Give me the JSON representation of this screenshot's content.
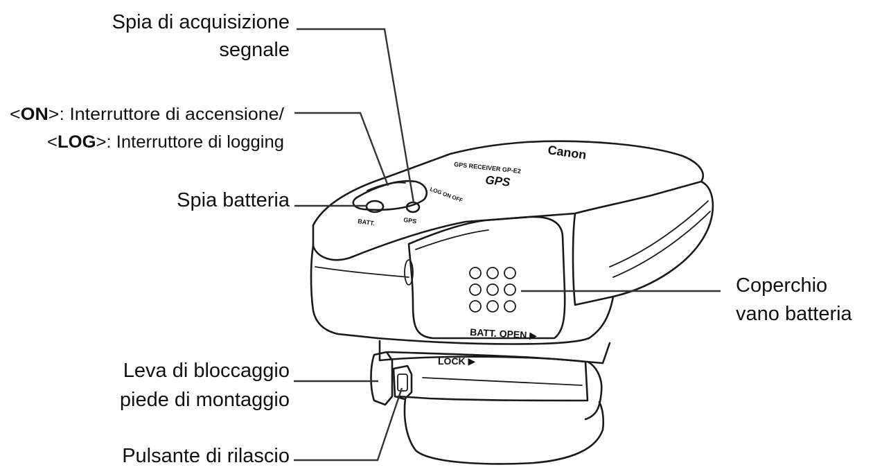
{
  "labels": {
    "signal_indicator": [
      "Spia di acquisizione",
      "segnale"
    ],
    "power_switch": {
      "line1_prefix": "<",
      "line1_key": "ON",
      "line1_suffix": ">: Interruttore di accensione/",
      "line2_prefix": "<",
      "line2_key": "LOG",
      "line2_suffix": ">: Interruttore di logging"
    },
    "battery_indicator": "Spia batteria",
    "battery_cover": [
      "Coperchio",
      "vano batteria"
    ],
    "foot_lock_lever": [
      "Leva di bloccaggio",
      "piede di montaggio"
    ],
    "release_button": "Pulsante di rilascio"
  },
  "device": {
    "brand": "Canon",
    "model_line": "GPS RECEIVER GP-E2",
    "gps_text": "GPS",
    "batt_small": "BATT.",
    "gps_small": "GPS",
    "switch_small": "LOG ON OFF",
    "batt_open": "BATT. OPEN ▶",
    "lock": "LOCK ▶"
  },
  "colors": {
    "text": "#111111",
    "line": "#333333",
    "device_stroke": "#1a1a1a",
    "background": "#ffffff"
  }
}
